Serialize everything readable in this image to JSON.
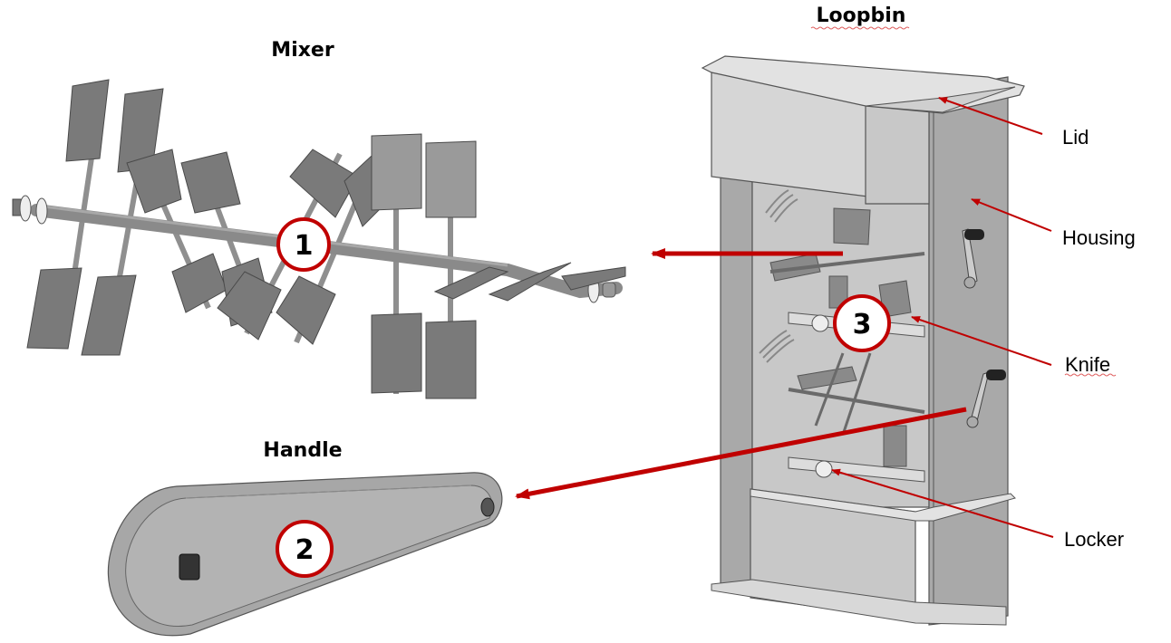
{
  "diagram": {
    "sections": {
      "mixer": {
        "title": "Mixer",
        "badge": "1"
      },
      "handle": {
        "title": "Handle",
        "badge": "2"
      },
      "loopbin": {
        "title": "Loopbin",
        "badge": "3"
      }
    },
    "callouts": [
      {
        "id": "lid",
        "label": "Lid"
      },
      {
        "id": "housing",
        "label": "Housing"
      },
      {
        "id": "knife",
        "label": "Knife"
      },
      {
        "id": "locker",
        "label": "Locker"
      }
    ],
    "colors": {
      "accent": "#c00000",
      "part_gray": "#a9a9a9",
      "text": "#000000"
    }
  }
}
